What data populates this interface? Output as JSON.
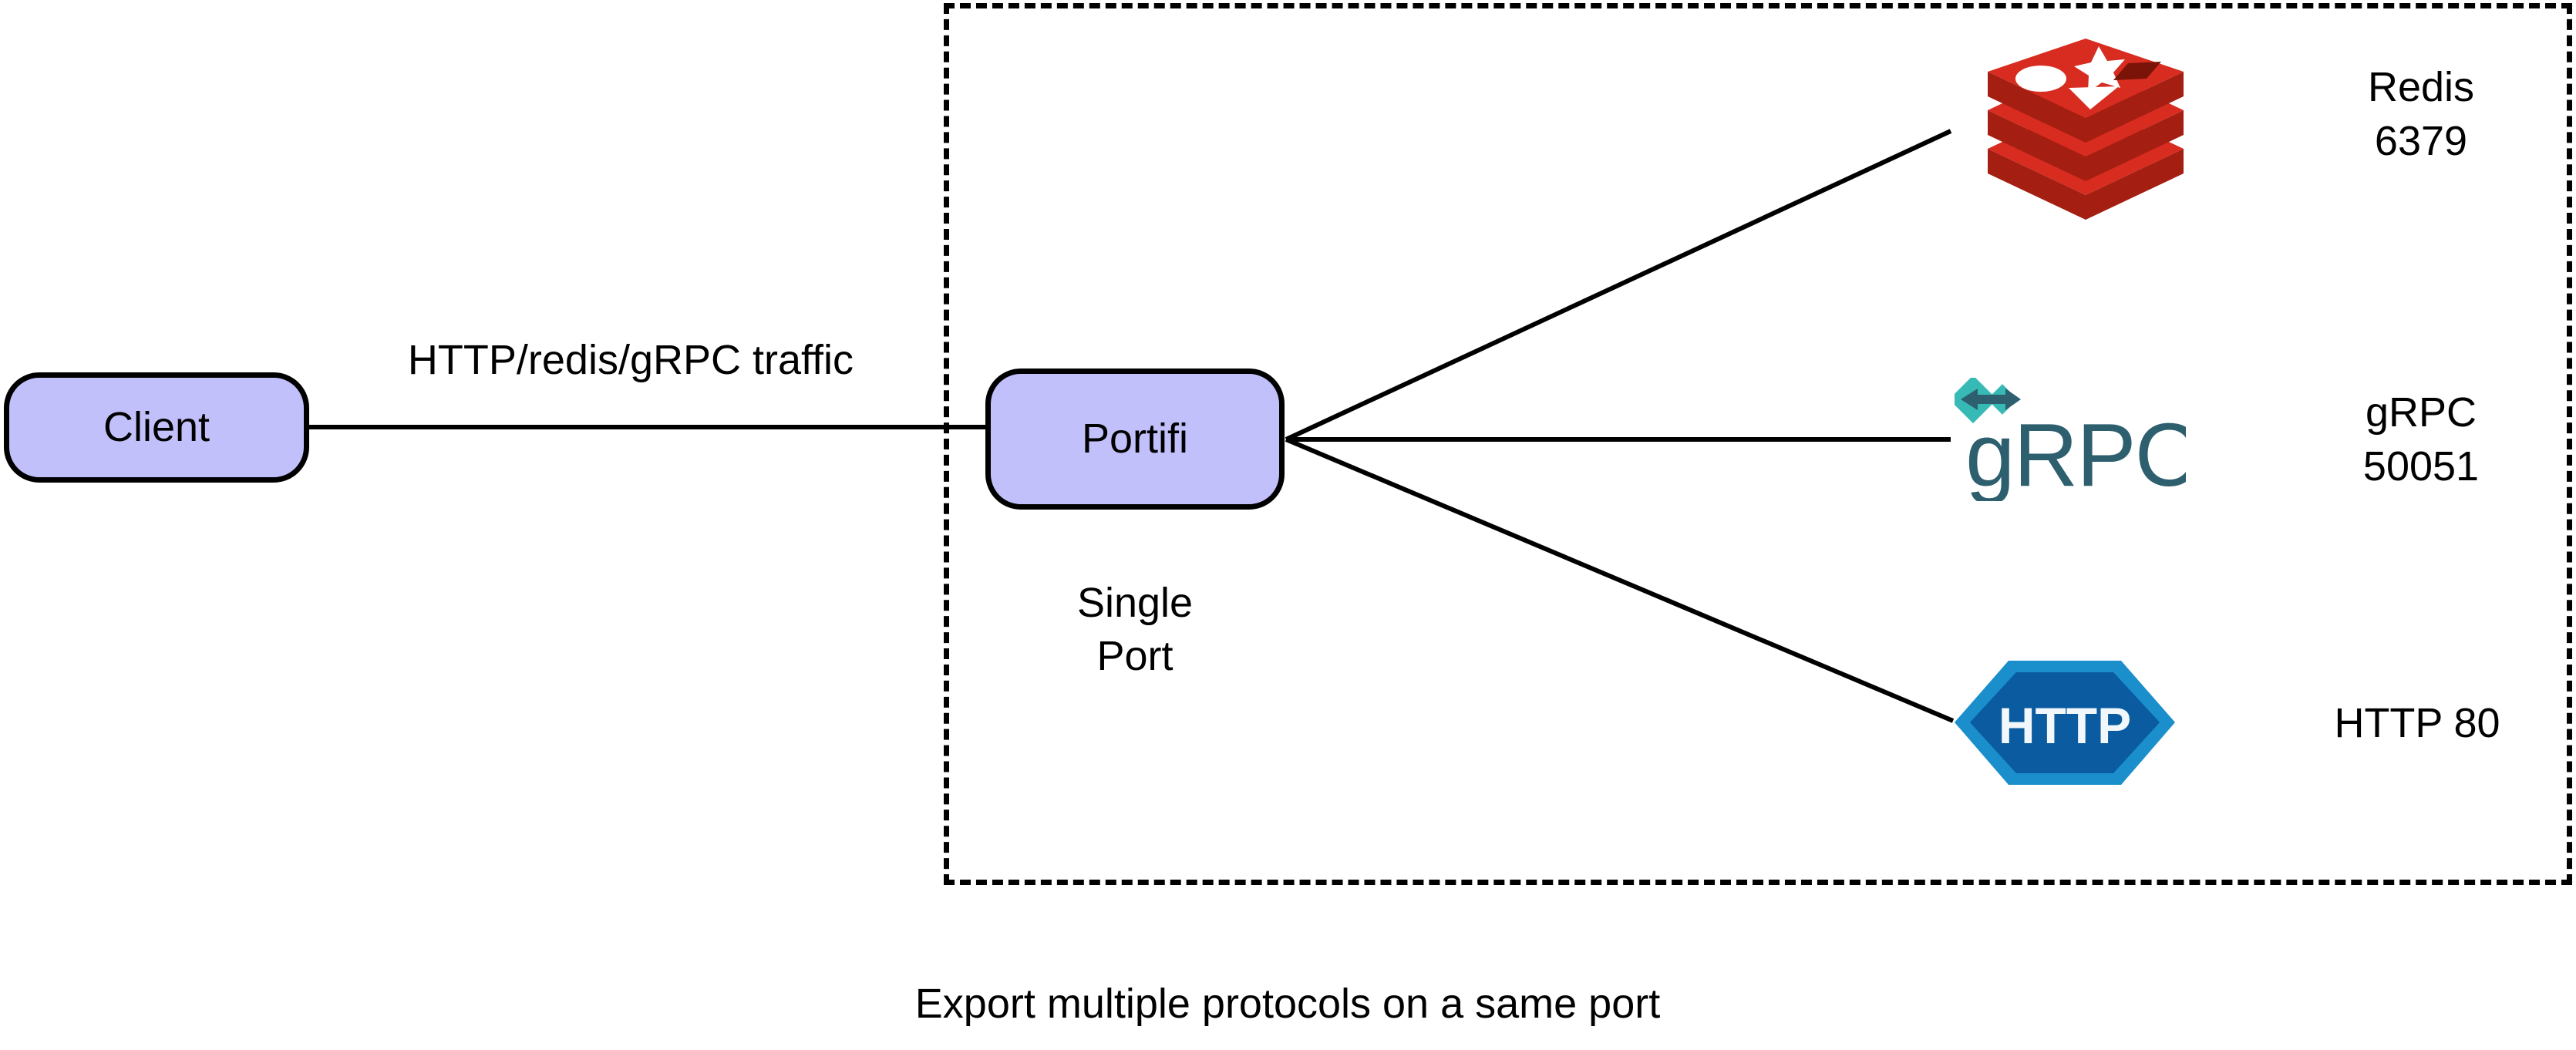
{
  "diagram": {
    "caption": "Export multiple protocols on a same port",
    "boundary_label": "protocol-region",
    "nodes": {
      "client": {
        "label": "Client"
      },
      "portifi": {
        "label": "Portifi",
        "sublabel": "Single\nPort"
      }
    },
    "edges": {
      "client_to_portifi_label": "HTTP/redis/gRPC traffic"
    },
    "protocols": [
      {
        "id": "redis",
        "logo": "redis-logo",
        "name": "Redis",
        "port": "6379",
        "label": "Redis\n6379"
      },
      {
        "id": "grpc",
        "logo": "grpc-logo",
        "wordmark": "gRPC",
        "name": "gRPC",
        "port": "50051",
        "label": "gRPC\n50051"
      },
      {
        "id": "http",
        "logo": "http-logo",
        "badge_text": "HTTP",
        "name": "HTTP",
        "port": "80",
        "label": "HTTP 80"
      }
    ],
    "colors": {
      "node_fill": "#c2c0fb",
      "node_stroke": "#000000",
      "redis_light": "#d82c20",
      "redis_dark": "#a41e11",
      "grpc_text": "#2d5f6e",
      "grpc_accent": "#37b9b6",
      "http_outer": "#1b8ecc",
      "http_inner": "#0a5ba0",
      "background": "#ffffff"
    }
  }
}
